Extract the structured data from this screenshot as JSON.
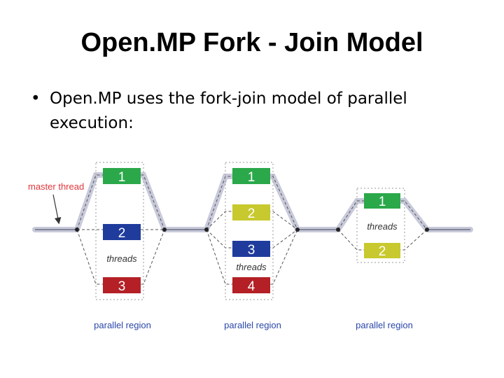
{
  "title": "Open.MP Fork - Join Model",
  "bullet": "Open.MP uses the fork-join model of parallel execution:",
  "diagram": {
    "master_label": "master thread",
    "region_label": "parallel region",
    "threads_label": "threads",
    "colors": {
      "green": "#2aa84a",
      "blue": "#1f3c9c",
      "red": "#b42026",
      "yellow": "#c8c92e",
      "track": "#c8cadb"
    },
    "regions": [
      {
        "threads": [
          "1",
          "2",
          "3"
        ],
        "threads_label": "threads",
        "region_label": "parallel region"
      },
      {
        "threads": [
          "1",
          "2",
          "3",
          "4"
        ],
        "threads_label": "threads",
        "region_label": "parallel region"
      },
      {
        "threads": [
          "1",
          "2"
        ],
        "threads_label": "threads",
        "region_label": "parallel region"
      }
    ]
  }
}
